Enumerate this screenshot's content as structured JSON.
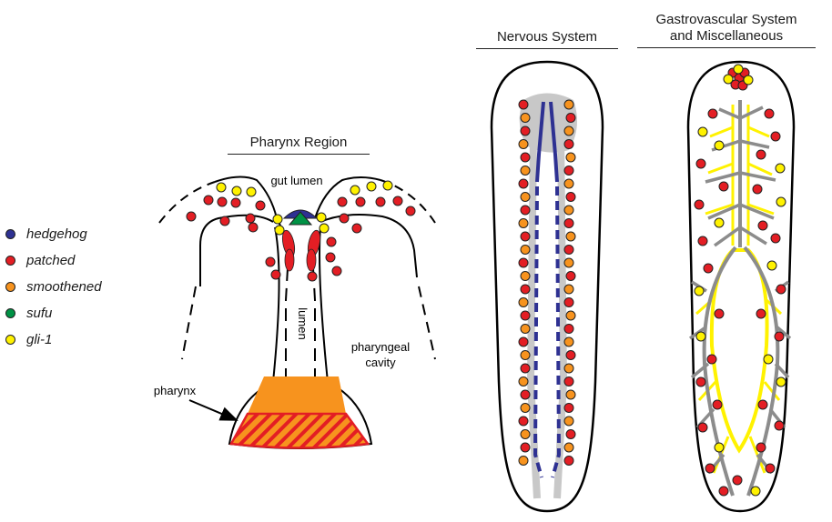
{
  "panels": {
    "pharynx": {
      "title": "Pharynx Region"
    },
    "nervous": {
      "title": "Nervous System"
    },
    "gastro": {
      "title_line1": "Gastrovascular System",
      "title_line2": "and Miscellaneous"
    }
  },
  "labels": {
    "gut_lumen": "gut lumen",
    "lumen": "lumen",
    "pharyngeal_line1": "pharyngeal",
    "pharyngeal_line2": "cavity",
    "pharynx": "pharynx"
  },
  "legend": [
    {
      "key": "hedgehog",
      "label": "hedgehog",
      "color": "#2e3192"
    },
    {
      "key": "patched",
      "label": "patched",
      "color": "#e31e24"
    },
    {
      "key": "smoothened",
      "label": "smoothened",
      "color": "#f7931e"
    },
    {
      "key": "sufu",
      "label": "sufu",
      "color": "#009245"
    },
    {
      "key": "gli1",
      "label": "gli-1",
      "color": "#fff200"
    }
  ],
  "colors": {
    "hedgehog": "#2e3192",
    "patched": "#e31e24",
    "smoothened": "#f7931e",
    "sufu": "#009245",
    "gli1": "#fff200",
    "nerve_gray": "#c8c8c8",
    "gut_gray": "#8c8c8c",
    "outline": "#000000"
  }
}
